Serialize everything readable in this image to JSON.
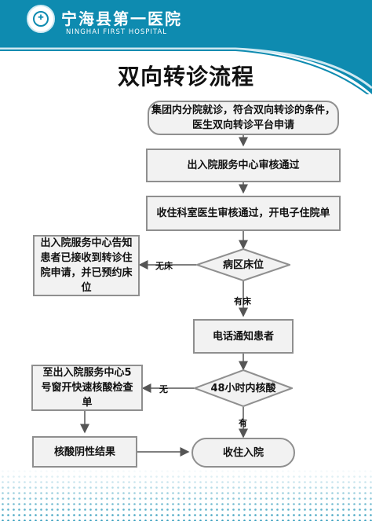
{
  "header": {
    "hospital_name_cn": "宁海县第一医院",
    "hospital_name_en": "NINGHAI FIRST HOSPITAL",
    "brand_color": "#0e8bb0"
  },
  "title": "双向转诊流程",
  "steps": {
    "start": "集团内分院就诊，符合双向转诊的条件，医生双向转诊平台申请",
    "admission_review": "出入院服务中心审核通过",
    "ward_review": "收住科室医生审核通过，开电子住院单",
    "bed_decision": "病区床位",
    "no_bed_notice": "出入院服务中心告知患者已接收到转诊住院申请，并已预约床位",
    "phone_notify": "电话通知患者",
    "test_decision": "48小时内核酸",
    "fast_test": "至出入院服务中心5号窗开快速核酸检查单",
    "negative_result": "核酸阴性结果",
    "admit": "收住入院"
  },
  "edge_labels": {
    "no_bed": "无床",
    "has_bed": "有床",
    "no": "无",
    "yes": "有"
  }
}
